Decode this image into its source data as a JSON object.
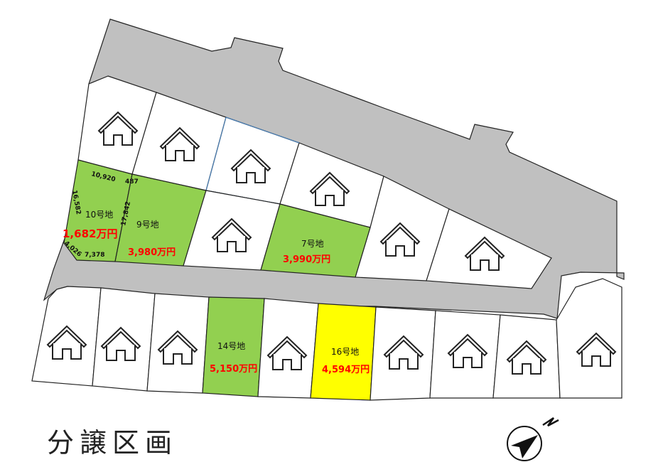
{
  "title": "分譲区画",
  "colors": {
    "road": "#c0c0c0",
    "sold_lot": "#ffffff",
    "available_lot": "#92d050",
    "highlight_lot": "#ffff00",
    "price_text": "#ff0000"
  },
  "compass": {
    "label": "N",
    "icon": "north-arrow-icon"
  },
  "lots_available": [
    {
      "id": "10",
      "name": "10号地",
      "price": "1,682万円",
      "color": "#92d050",
      "dimensions": {
        "top": "10,920",
        "left": "16,582",
        "right": "17,842",
        "corner_top_right": "487",
        "corner_bottom_left": "4,026",
        "bottom": "7,378"
      }
    },
    {
      "id": "9",
      "name": "9号地",
      "price": "3,980万円",
      "color": "#92d050"
    },
    {
      "id": "7",
      "name": "7号地",
      "price": "3,990万円",
      "color": "#92d050"
    },
    {
      "id": "14",
      "name": "14号地",
      "price": "5,150万円",
      "color": "#92d050"
    },
    {
      "id": "16",
      "name": "16号地",
      "price": "4,594万円",
      "color": "#ffff00"
    }
  ],
  "sold_lot_icon": "house-icon",
  "sold_lot_count": 15
}
